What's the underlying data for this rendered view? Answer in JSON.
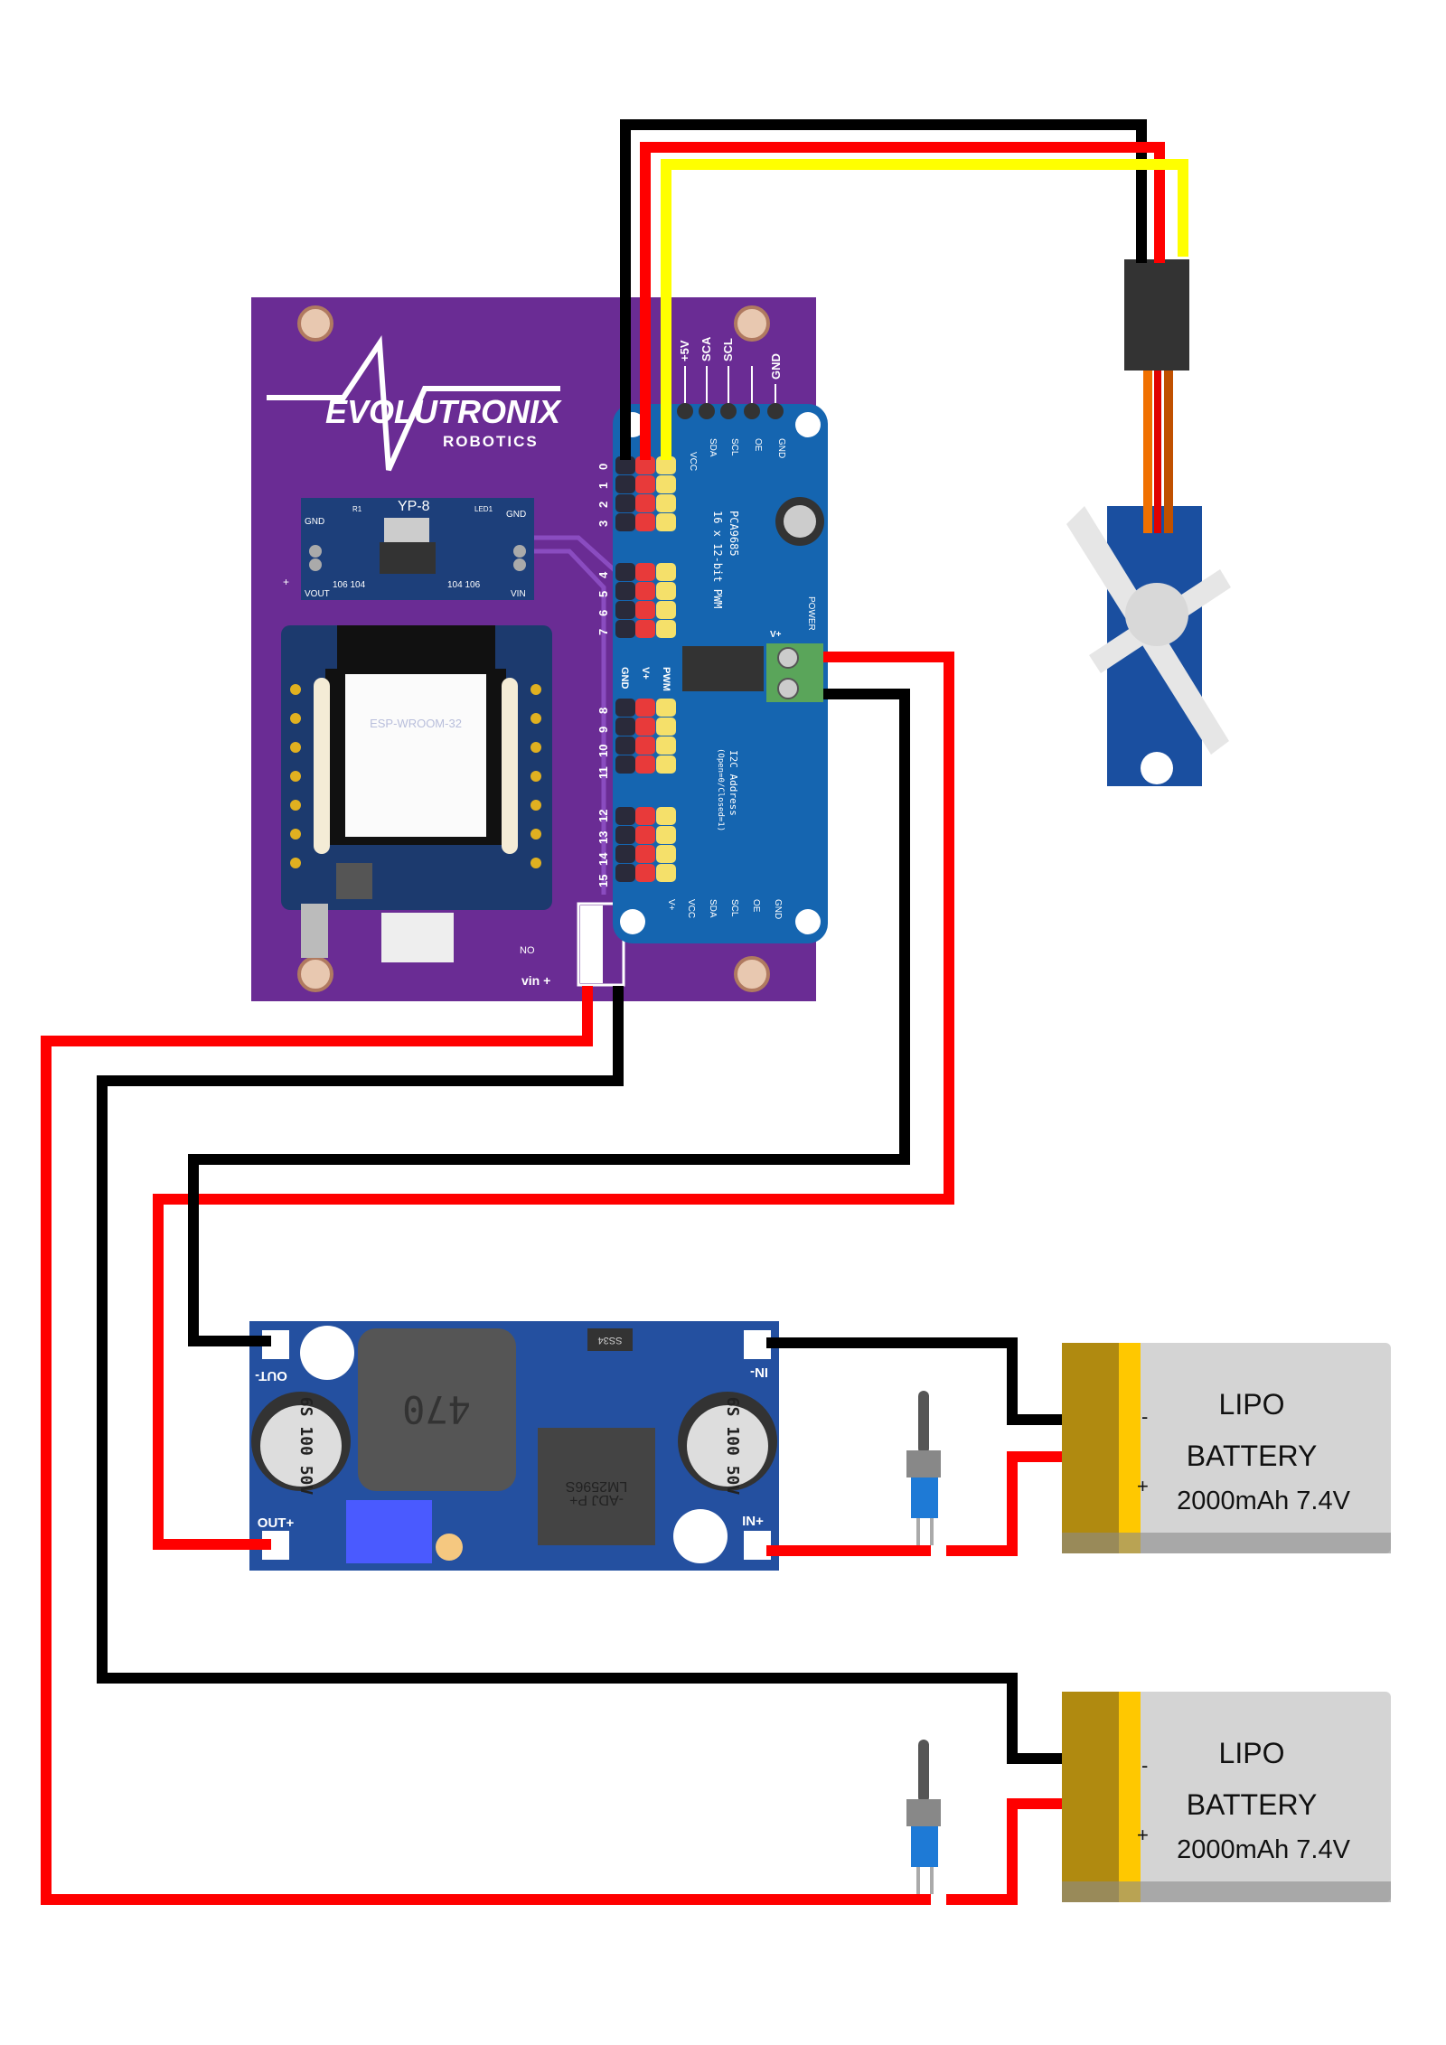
{
  "colors": {
    "pcb_purple": "#6a2c94",
    "board_blue": "#1565b0",
    "buck_blue": "#2450a0",
    "wire_red": "#ff0000",
    "wire_black": "#000000",
    "wire_yellow": "#ffff00",
    "terminal_green": "#5aa55a",
    "battery_gold": "#b08a10",
    "battery_yellow": "#ffc800",
    "battery_gray": "#d4d4d4"
  },
  "main_pcb": {
    "logo_main": "EVOLUTRONIX",
    "logo_sub": "ROBOTICS",
    "vin_label": "vin +",
    "plus_label": "+"
  },
  "regulator": {
    "title": "YP-8",
    "gnd": "GND",
    "vout": "VOUT",
    "vin": "VIN",
    "r1": "R1",
    "led": "LED1",
    "cap_text_left": "106 104",
    "cap_text_right": "104 106"
  },
  "esp32": {
    "module": "ESP-WROOM-32",
    "no": "NO"
  },
  "pca9685": {
    "top_labels": [
      "+5V",
      "SCA",
      "SCL",
      "",
      "GND"
    ],
    "top_pins": [
      "VCC",
      "SDA",
      "SCL",
      "OE",
      "GND"
    ],
    "bottom_pins": [
      "V+",
      "VCC",
      "SDA",
      "SCL",
      "OE",
      "GND"
    ],
    "channels": [
      "0",
      "1",
      "2",
      "3",
      "4",
      "5",
      "6",
      "7",
      "8",
      "9",
      "10",
      "11",
      "12",
      "13",
      "14",
      "15"
    ],
    "header_labels": [
      "GND",
      "V+",
      "PWM"
    ],
    "chip_title": "PCA9685",
    "chip_sub": "16 x 12-bit PWM",
    "power": "POWER",
    "vplus": "V+",
    "i2c": "I2C Address",
    "i2c_sub": "(Open=0/Closed=1)"
  },
  "buck": {
    "out_minus": "OUT-",
    "out_plus": "OUT+",
    "in_minus": "IN-",
    "in_plus": "IN+",
    "inductor": "470",
    "cap_label": [
      "6S",
      "100",
      "50V"
    ],
    "ic": [
      "LM2596S",
      "-ADJ P+"
    ],
    "diode": "SS34"
  },
  "batteries": [
    {
      "line1": "LIPO",
      "line2": "BATTERY",
      "line3": "2000mAh 7.4V",
      "minus": "-",
      "plus": "+"
    },
    {
      "line1": "LIPO",
      "line2": "BATTERY",
      "line3": "2000mAh 7.4V",
      "minus": "-",
      "plus": "+"
    }
  ],
  "icons": {
    "servo": "servo-motor-icon",
    "switch": "toggle-switch-icon"
  }
}
